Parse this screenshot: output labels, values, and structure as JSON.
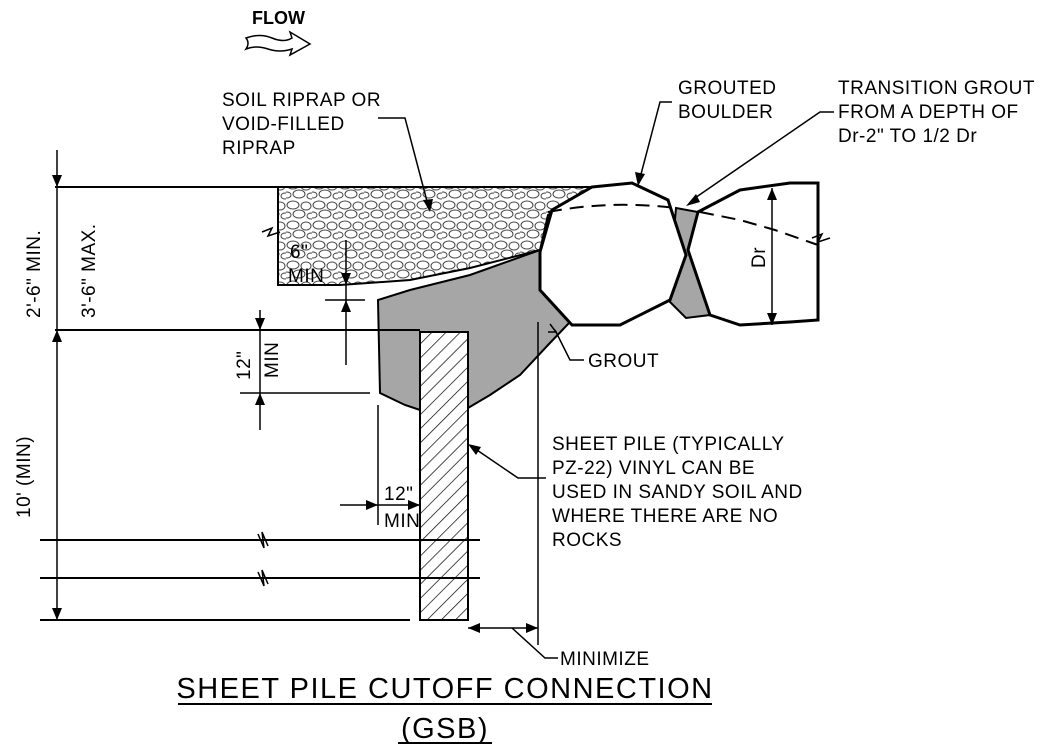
{
  "flow_label": "FLOW",
  "labels": {
    "riprap": [
      "SOIL RIPRAP OR",
      "VOID-FILLED",
      "RIPRAP"
    ],
    "grouted_boulder": [
      "GROUTED",
      "BOULDER"
    ],
    "transition_grout": [
      "TRANSITION GROUT",
      "FROM A DEPTH OF",
      "Dr-2\" TO 1/2 Dr"
    ],
    "grout": "GROUT",
    "sheet_pile": [
      "SHEET PILE (TYPICALLY",
      "PZ-22) VINYL CAN BE",
      "USED IN SANDY SOIL AND",
      "WHERE THERE ARE NO",
      "ROCKS"
    ],
    "minimize": "MINIMIZE"
  },
  "dimensions": {
    "depth_min": "2'-6\" MIN.",
    "depth_max": "3'-6\" MAX.",
    "riprap_gap_value": "6\"",
    "riprap_gap_min": "MIN",
    "grout_cover_value": "12\"",
    "grout_cover_min": "MIN",
    "pile_clear_value": "12\"",
    "pile_clear_min": "MIN",
    "pile_depth": "10' (MIN)",
    "boulder_depth": "Dr"
  },
  "title": {
    "main": "SHEET PILE CUTOFF CONNECTION",
    "sub": "(GSB)"
  }
}
